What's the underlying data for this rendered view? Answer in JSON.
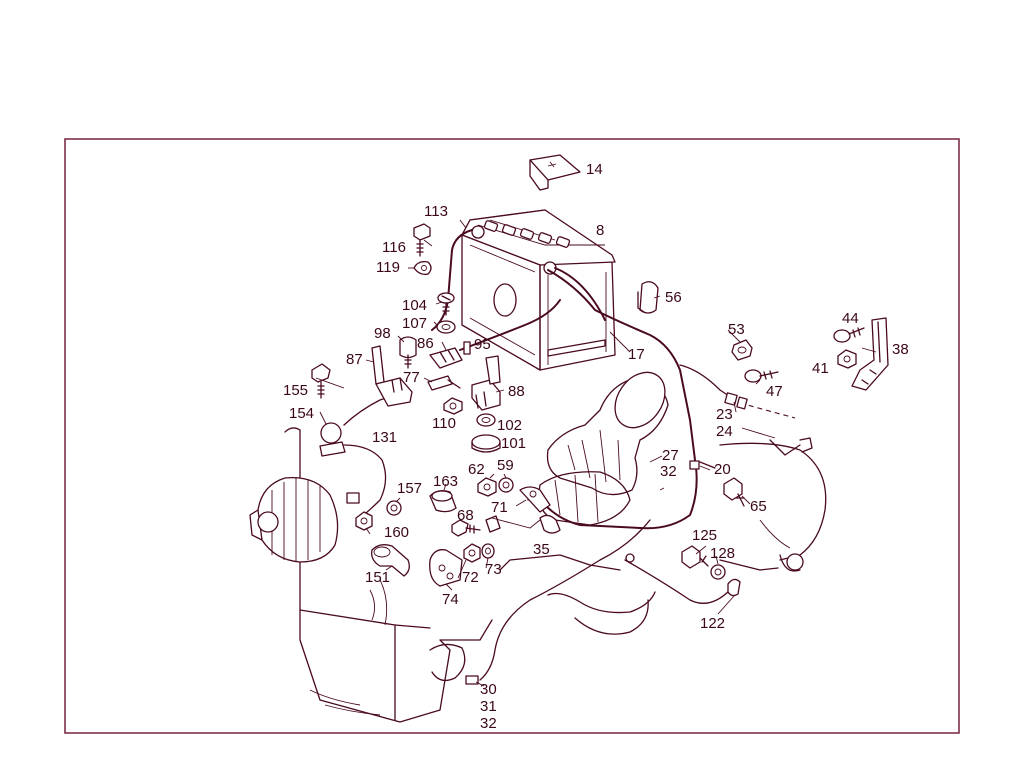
{
  "colors": {
    "ink": "#4a0a20",
    "frame": "#6b1030",
    "background": "#ffffff"
  },
  "callouts": {
    "c14": "14",
    "c8": "8",
    "c113": "113",
    "c116": "116",
    "c119": "119",
    "c104": "104",
    "c107": "107",
    "c98": "98",
    "c86": "86",
    "c95": "95",
    "c87": "87",
    "c155": "155",
    "c77": "77",
    "c88": "88",
    "c56": "56",
    "c17": "17",
    "c53": "53",
    "c44": "44",
    "c38": "38",
    "c41": "41",
    "c47": "47",
    "c23": "23",
    "c24": "24",
    "c154": "154",
    "c110": "110",
    "c102": "102",
    "c101": "101",
    "c131": "131",
    "c27": "27",
    "c32a": "32",
    "c20": "20",
    "c62": "62",
    "c59": "59",
    "c163": "163",
    "c157": "157",
    "c71": "71",
    "c65": "65",
    "c68": "68",
    "c160": "160",
    "c35": "35",
    "c125": "125",
    "c128": "128",
    "c151": "151",
    "c72": "72",
    "c73": "73",
    "c74": "74",
    "c122": "122",
    "c30": "30",
    "c31": "31",
    "c32b": "32"
  }
}
